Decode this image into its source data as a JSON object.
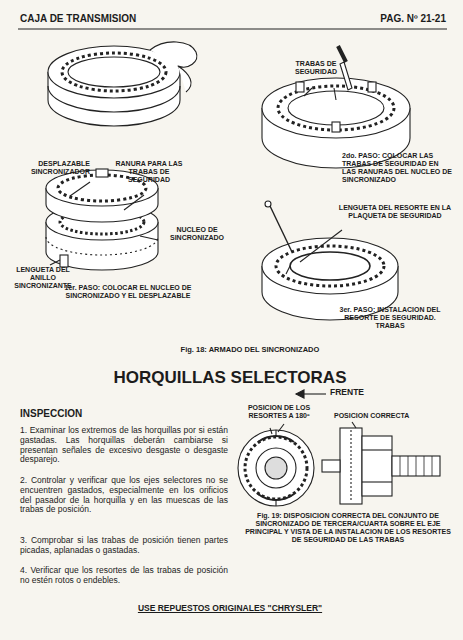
{
  "diagram": {
    "title": "HORQUILLAS SELECTORAS",
    "labels": [
      "CAJA DE TRANSMISION",
      "PAG. Nº 21-21",
      "DESPLAZABLE SINCRONIZADOR",
      "RANURA PARA LAS TRABAS DE SEGURIDAD",
      "NUCLEO DE SINCRONIZADO",
      "LENGUETA DEL ANILLO SINCRONIZANTE",
      "1er. PASO: COLOCAR EL NUCLEO DE SINCRONIZADO Y EL DESPLAZABLE",
      "TRABAS DE SEGURIDAD",
      "2do. PASO: COLOCAR LAS TRABAS DE SEGURIDAD EN LAS RANURAS DEL NUCLEO DE SINCRONIZADO",
      "LENGUETA DEL RESORTE EN LA PLAQUETA DE SEGURIDAD",
      "3er. PASO: INSTALACION DEL RESORTE DE SEGURIDAD. TRABAS",
      "Fig. 18: ARMADO DEL SINCRONIZADO",
      "INSPECCION",
      "1. Examinar los extremos de las horquillas por si están gastadas. Las horquillas deberán cambiarse si presentan señales de excesivo desgaste o desgaste desparejo.",
      "2. Controlar y verificar que los ejes selectores no se encuentren gastados, especialmente en los orificios del pasador de la horquilla y en las muescas de las trabas de posición.",
      "3. Comprobar si las trabas de posición tienen partes picadas, aplanadas o gastadas.",
      "4. Verificar que los resortes de las trabas de posición no estén rotos o endebles.",
      "FRENTE",
      "POSICION DE LOS RESORTES A 180º",
      "POSICION CORRECTA",
      "Fig. 19: DISPOSICION CORRECTA DEL CONJUNTO DE SINCRONIZADO DE TERCERA/CUARTA SOBRE EL EJE PRINCIPAL Y VISTA DE LA INSTALACION DE LOS RESORTES DE SEGURIDAD DE LAS TRABAS",
      "USE REPUESTOS ORIGINALES \"CHRYSLER\""
    ]
  }
}
